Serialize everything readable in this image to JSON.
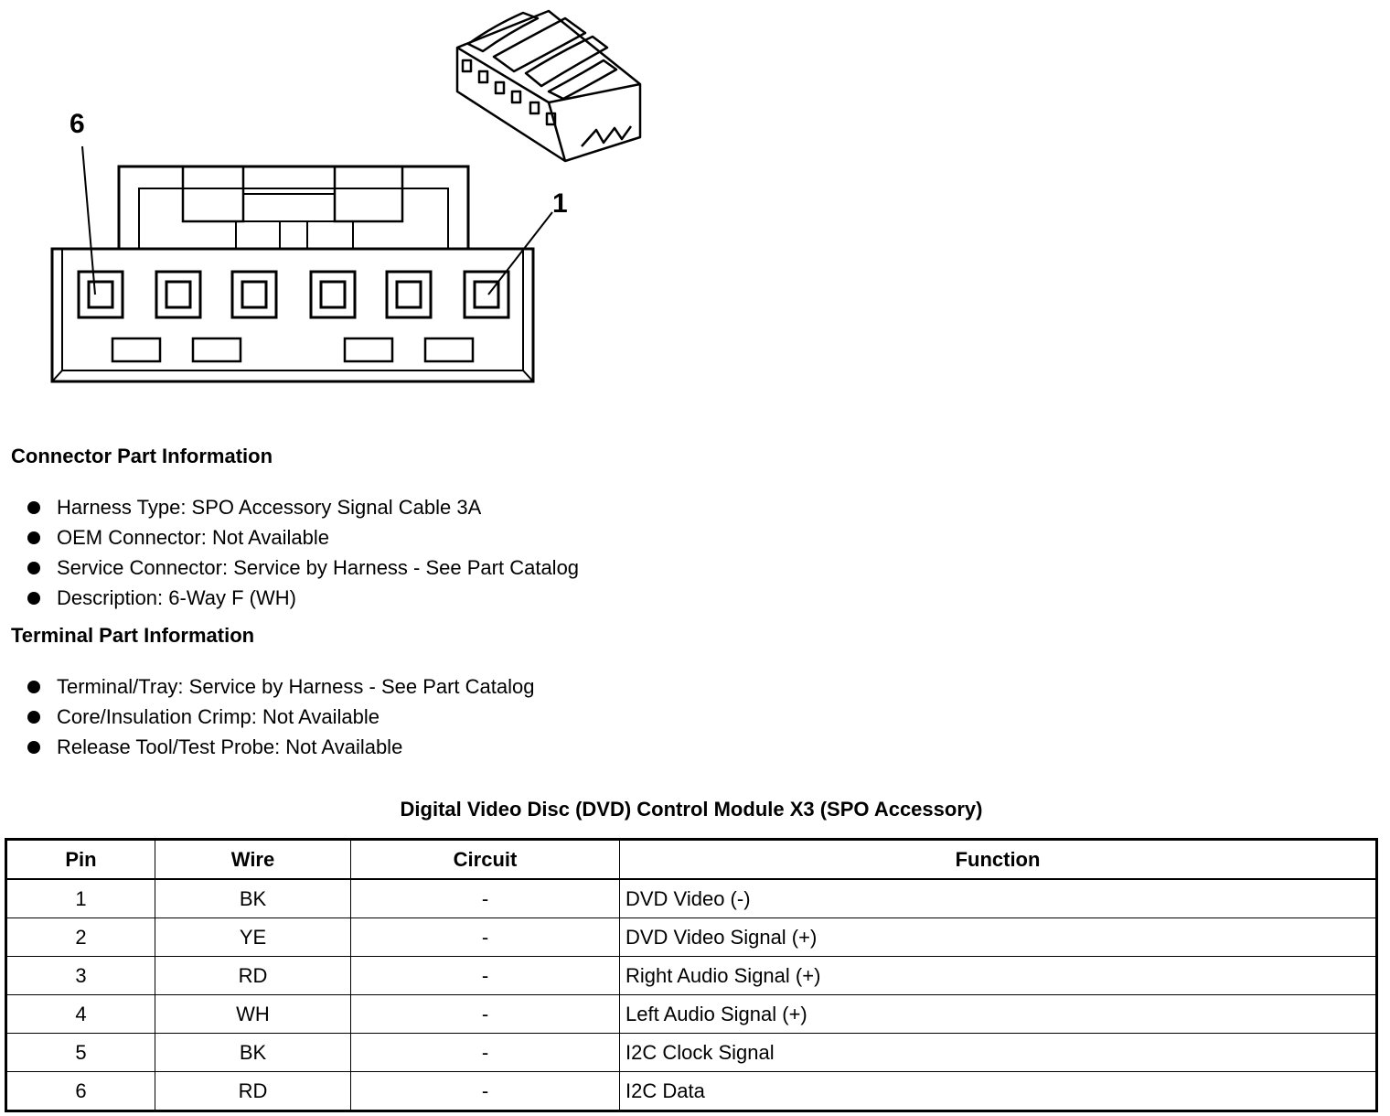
{
  "diagram": {
    "pin_label_left": "6",
    "pin_label_right": "1"
  },
  "connector_info": {
    "title": "Connector Part Information",
    "items": [
      "Harness Type: SPO Accessory Signal Cable 3A",
      "OEM Connector: Not Available",
      "Service Connector: Service by Harness - See Part Catalog",
      "Description: 6-Way F (WH)"
    ]
  },
  "terminal_info": {
    "title": "Terminal Part Information",
    "items": [
      "Terminal/Tray: Service by Harness - See Part Catalog",
      "Core/Insulation Crimp: Not Available",
      "Release Tool/Test Probe: Not Available"
    ]
  },
  "table": {
    "title": "Digital Video Disc (DVD) Control Module X3 (SPO Accessory)",
    "headers": [
      "Pin",
      "Wire",
      "Circuit",
      "Function"
    ],
    "rows": [
      [
        "1",
        "BK",
        "-",
        "DVD Video (-)"
      ],
      [
        "2",
        "YE",
        "-",
        "DVD Video Signal (+)"
      ],
      [
        "3",
        "RD",
        "-",
        "Right Audio Signal (+)"
      ],
      [
        "4",
        "WH",
        "-",
        "Left Audio Signal (+)"
      ],
      [
        "5",
        "BK",
        "-",
        "I2C Clock Signal"
      ],
      [
        "6",
        "RD",
        "-",
        "I2C Data"
      ]
    ]
  }
}
